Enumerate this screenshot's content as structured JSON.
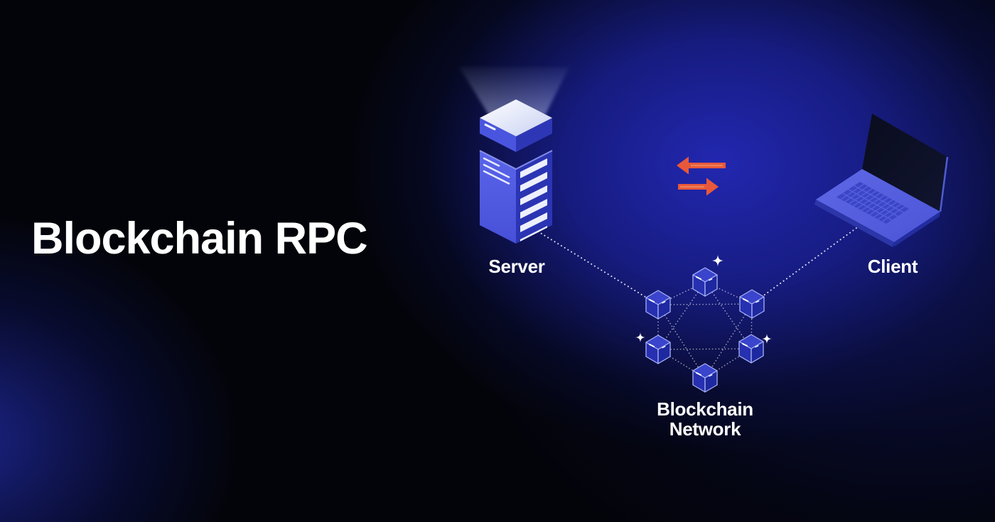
{
  "page": {
    "title": "Blockchain RPC"
  },
  "diagram": {
    "server": {
      "label": "Server",
      "icon": "server-tower-icon"
    },
    "client": {
      "label": "Client",
      "icon": "laptop-icon"
    },
    "network": {
      "label_line1": "Blockchain",
      "label_line2": "Network",
      "icon": "cube-node-icon",
      "node_count": 6,
      "sparkle_count": 3
    },
    "exchange": {
      "icon": "transfer-arrows-icon"
    }
  },
  "colors": {
    "background_base": "#030409",
    "glow_blue": "#2227b0",
    "secondary_glow_blue": "#1b2385",
    "accent_orange": "#e8583a",
    "accent_orange_light": "#f0895f",
    "illustration_blue": "#4d58e0",
    "illustration_blue_dark": "#2b35b2",
    "node_stroke": "#a7b1f4",
    "connection_dot": "#ffffff",
    "label_text": "#ffffff"
  }
}
